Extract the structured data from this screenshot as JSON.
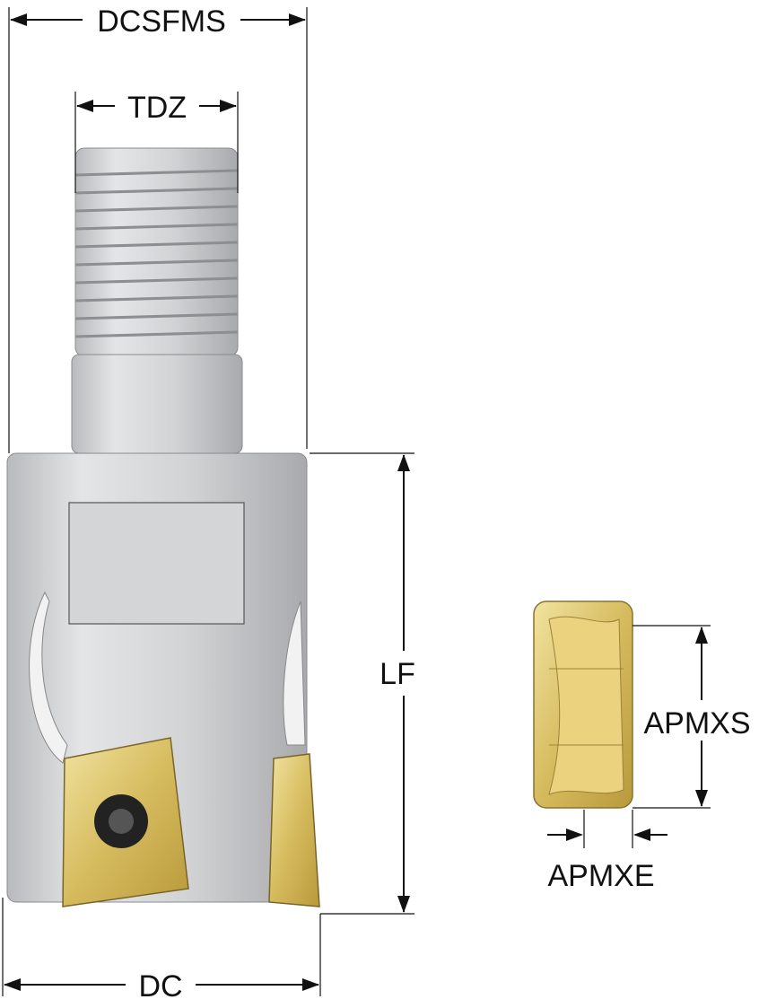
{
  "labels": {
    "dcsfms": "DCSFMS",
    "tdz": "TDZ",
    "lf": "LF",
    "dc": "DC",
    "apmxs": "APMXS",
    "apmxe": "APMXE"
  },
  "colors": {
    "steel": "#cfd0d2",
    "insert_gold": "#d9c06a",
    "line": "#111111"
  }
}
